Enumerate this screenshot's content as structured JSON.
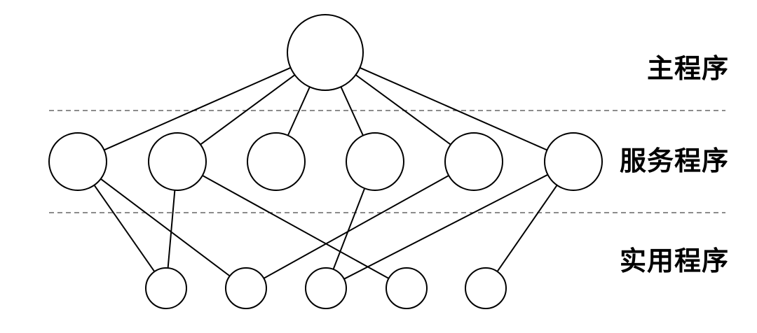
{
  "tiers": {
    "main": "主程序",
    "service": "服务程序",
    "utility": "实用程序"
  },
  "nodes": {
    "main": [
      "main-program"
    ],
    "service": [
      "service-1",
      "service-2",
      "service-3",
      "service-4",
      "service-5",
      "service-6"
    ],
    "utility": [
      "utility-1",
      "utility-2",
      "utility-3",
      "utility-4",
      "utility-5"
    ]
  },
  "edges": [
    [
      "main-program",
      "service-1"
    ],
    [
      "main-program",
      "service-2"
    ],
    [
      "main-program",
      "service-3"
    ],
    [
      "main-program",
      "service-4"
    ],
    [
      "main-program",
      "service-5"
    ],
    [
      "main-program",
      "service-6"
    ],
    [
      "service-1",
      "utility-1"
    ],
    [
      "service-1",
      "utility-2"
    ],
    [
      "service-2",
      "utility-1"
    ],
    [
      "service-2",
      "utility-4"
    ],
    [
      "service-4",
      "utility-3"
    ],
    [
      "service-5",
      "utility-2"
    ],
    [
      "service-6",
      "utility-3"
    ],
    [
      "service-6",
      "utility-5"
    ]
  ]
}
